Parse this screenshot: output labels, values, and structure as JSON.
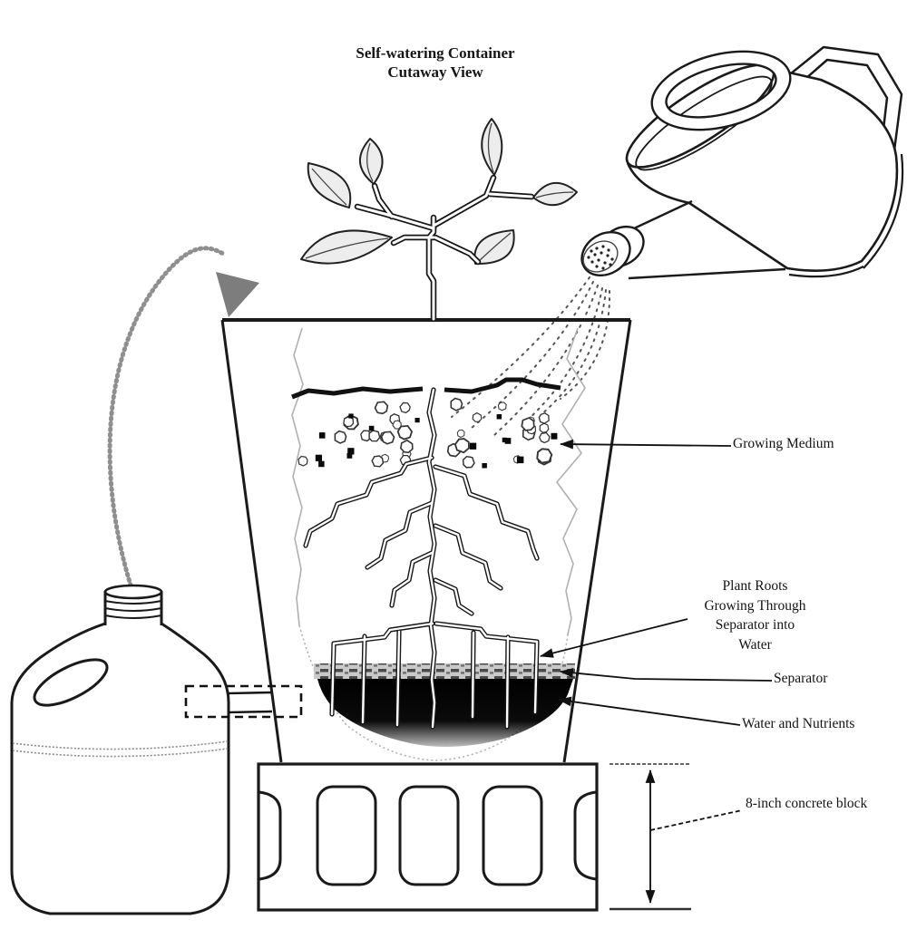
{
  "title": {
    "line1": "Self-watering Container",
    "line2": "Cutaway View"
  },
  "labels": {
    "growing_medium": "Growing Medium",
    "plant_roots_line1": "Plant Roots",
    "plant_roots_line2": "Growing Through",
    "plant_roots_line3": "Separator into",
    "plant_roots_line4": "Water",
    "separator": "Separator",
    "water_nutrients": "Water and Nutrients",
    "concrete_block": "8-inch concrete block"
  },
  "colors": {
    "ink": "#1a1a1a",
    "paper": "#ffffff",
    "water_zone": "#000000",
    "stipple_gray": "#999999",
    "separator_band": "#c9c9c9"
  }
}
